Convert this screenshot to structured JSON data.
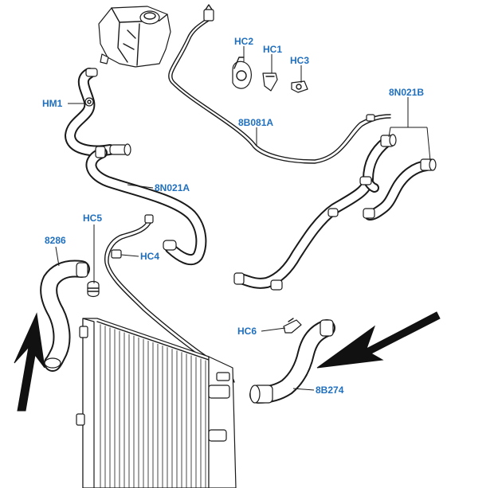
{
  "colors": {
    "label": "#1f6fbf",
    "line": "#1a1a1a",
    "background": "#ffffff"
  },
  "callouts": [
    {
      "id": "hc2",
      "text": "HC2"
    },
    {
      "id": "hc1",
      "text": "HC1"
    },
    {
      "id": "hc3",
      "text": "HC3"
    },
    {
      "id": "hm1",
      "text": "HM1"
    },
    {
      "id": "8b081a",
      "text": "8B081A"
    },
    {
      "id": "8n021b",
      "text": "8N021B"
    },
    {
      "id": "8n021a",
      "text": "8N021A"
    },
    {
      "id": "hc5",
      "text": "HC5"
    },
    {
      "id": "8286",
      "text": "8286"
    },
    {
      "id": "hc4",
      "text": "HC4"
    },
    {
      "id": "hc6",
      "text": "HC6"
    },
    {
      "id": "8b274",
      "text": "8B274"
    }
  ]
}
